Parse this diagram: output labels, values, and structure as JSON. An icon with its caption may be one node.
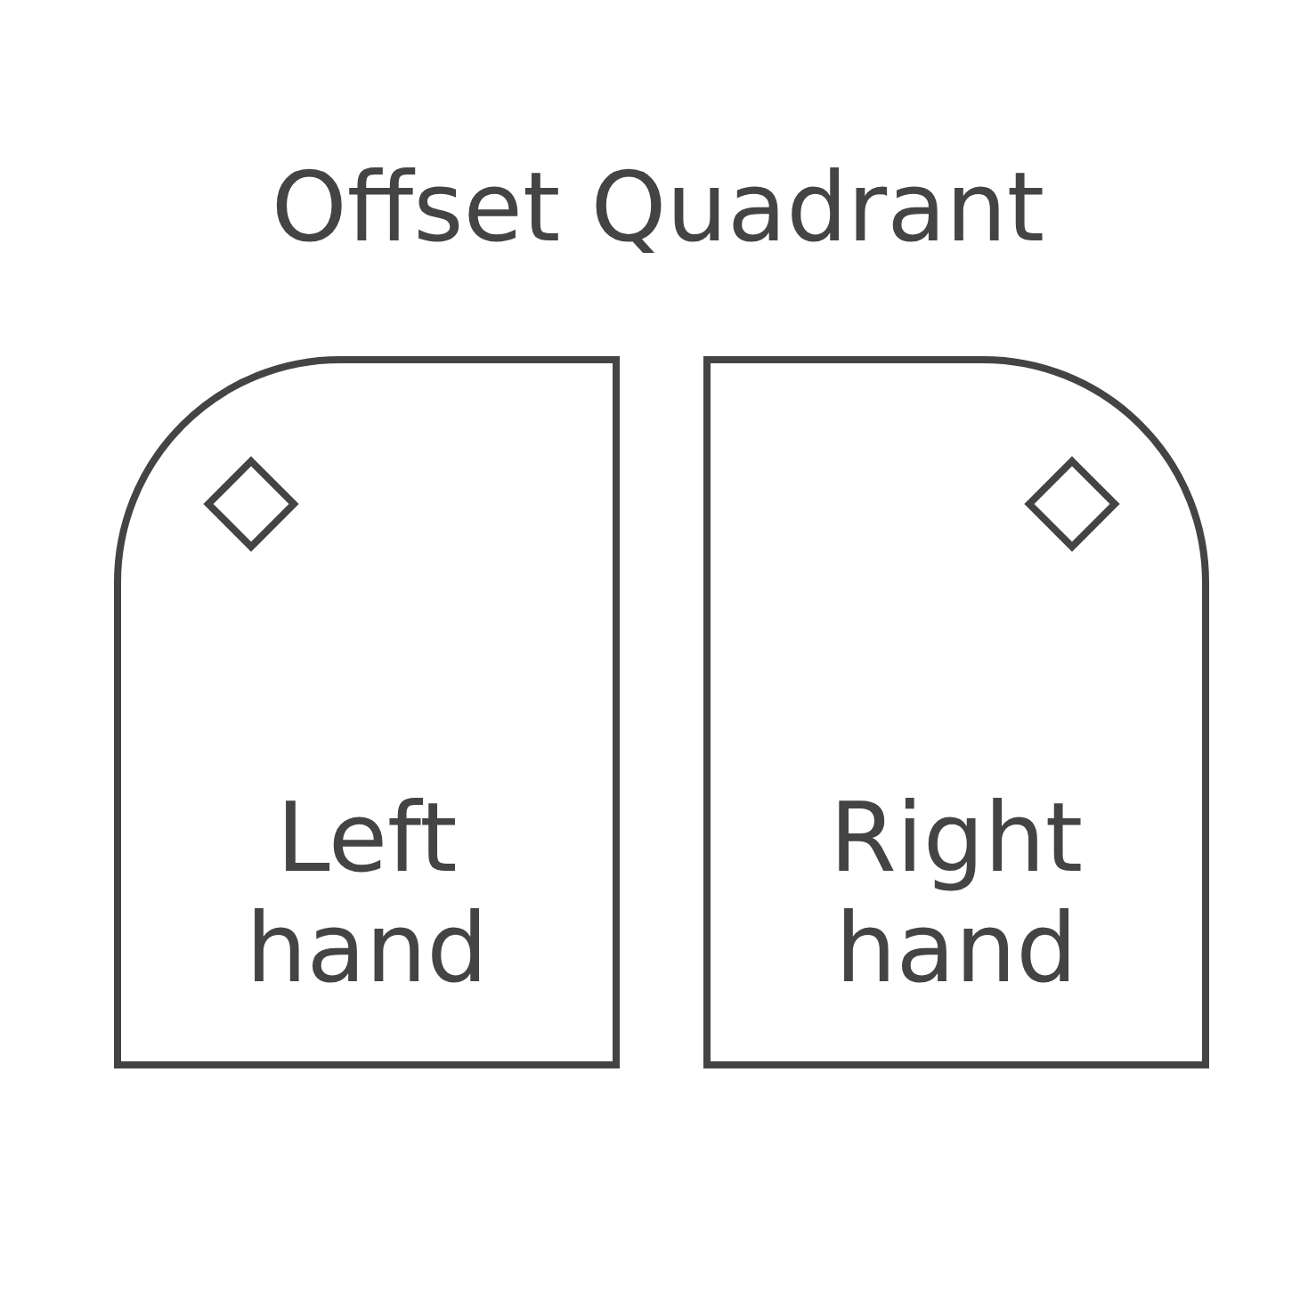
{
  "diagram": {
    "title": "Offset Quadrant",
    "nodes": [
      {
        "text": [
          "Left hand"
        ]
      },
      {
        "text": [
          "Right hand"
        ]
      }
    ]
  }
}
